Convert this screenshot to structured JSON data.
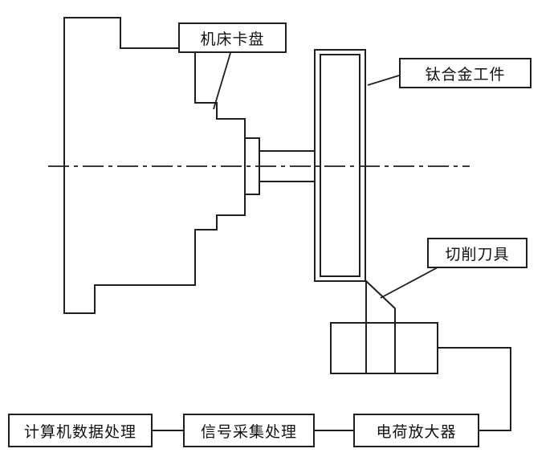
{
  "colors": {
    "line": "#1f1f1f",
    "background": "#ffffff"
  },
  "callouts": {
    "chuck": "机床卡盘",
    "workpiece": "钛合金工件",
    "tool": "切削刀具"
  },
  "flow_boxes": {
    "computer": "计算机数据处理",
    "signal": "信号采集处理",
    "amplifier": "电荷放大器"
  }
}
